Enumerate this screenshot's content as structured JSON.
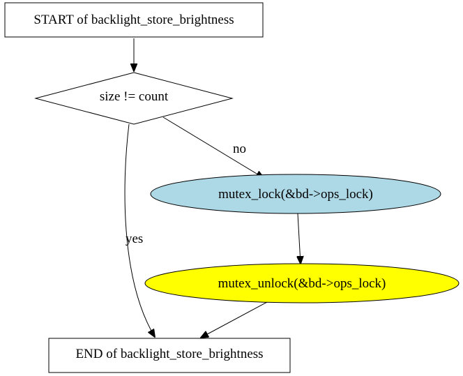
{
  "nodes": {
    "start": {
      "label": "START of backlight_store_brightness",
      "fill": "#ffffff"
    },
    "decision": {
      "label": "size != count",
      "fill": "#ffffff"
    },
    "lock": {
      "label": "mutex_lock(&bd->ops_lock)",
      "fill": "#add8e6"
    },
    "unlock": {
      "label": "mutex_unlock(&bd->ops_lock)",
      "fill": "#ffff00"
    },
    "end": {
      "label": "END of backlight_store_brightness",
      "fill": "#ffffff"
    }
  },
  "edges": {
    "no_label": "no",
    "yes_label": "yes"
  }
}
